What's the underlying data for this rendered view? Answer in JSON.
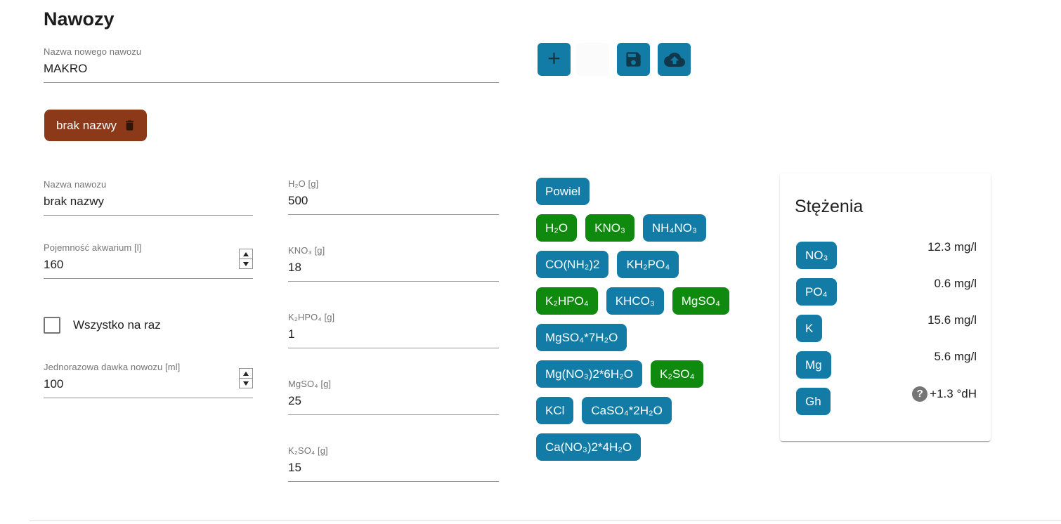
{
  "title": "Nawozy",
  "colors": {
    "chip_blue": "#127CA6",
    "chip_green": "#0F8A0F",
    "saved_chip_brown": "#8B3918",
    "icon_dark": "#11374a",
    "label_gray": "#757575"
  },
  "icons": {
    "add": "plus",
    "save": "floppy-disk",
    "upload": "cloud-upload",
    "delete": "trash",
    "help": "question-mark",
    "spinner": "up-down-arrows"
  },
  "new_fertilizer": {
    "label": "Nazwa nowego nawozu",
    "value": "MAKRO"
  },
  "saved": {
    "items": [
      {
        "label": "brak nazwy"
      }
    ]
  },
  "form": {
    "name": {
      "label": "Nazwa nawozu",
      "value": "brak nazwy"
    },
    "volume": {
      "label": "Pojemność akwarium [l]",
      "value": "160"
    },
    "all_at_once": {
      "label": "Wszystko na raz",
      "checked": false
    },
    "dose": {
      "label": "Jednorazowa dawka nowozu [ml]",
      "value": "100"
    }
  },
  "ingredients": [
    {
      "label": "H₂O [g]",
      "value": "500"
    },
    {
      "label": "KNO₃ [g]",
      "value": "18"
    },
    {
      "label": "K₂HPO₄ [g]",
      "value": "1"
    },
    {
      "label": "MgSO₄ [g]",
      "value": "25"
    },
    {
      "label": "K₂SO₄ [g]",
      "value": "15"
    }
  ],
  "chips": {
    "items": [
      {
        "label": "Powiel",
        "color": "blue"
      },
      {
        "label": "H₂O",
        "color": "green"
      },
      {
        "label": "KNO₃",
        "color": "green"
      },
      {
        "label": "NH₄NO₃",
        "color": "blue"
      },
      {
        "label": "CO(NH₂)2",
        "color": "blue"
      },
      {
        "label": "KH₂PO₄",
        "color": "blue"
      },
      {
        "label": "K₂HPO₄",
        "color": "green"
      },
      {
        "label": "KHCO₃",
        "color": "blue"
      },
      {
        "label": "MgSO₄",
        "color": "green"
      },
      {
        "label": "MgSO₄*7H₂O",
        "color": "blue"
      },
      {
        "label": "Mg(NO₃)2*6H₂O",
        "color": "blue"
      },
      {
        "label": "K₂SO₄",
        "color": "green"
      },
      {
        "label": "KCl",
        "color": "blue"
      },
      {
        "label": "CaSO₄*2H₂O",
        "color": "blue"
      },
      {
        "label": "Ca(NO₃)2*4H₂O",
        "color": "blue"
      }
    ]
  },
  "concentrations": {
    "title": "Stężenia",
    "rows": [
      {
        "chip": "NO₃",
        "value": "12.3 mg/l"
      },
      {
        "chip": "PO₄",
        "value": "0.6 mg/l"
      },
      {
        "chip": "K",
        "value": "15.6 mg/l"
      },
      {
        "chip": "Mg",
        "value": "5.6 mg/l"
      },
      {
        "chip": "Gh",
        "value": "+1.3 °dH",
        "help_icon": "?"
      }
    ]
  }
}
